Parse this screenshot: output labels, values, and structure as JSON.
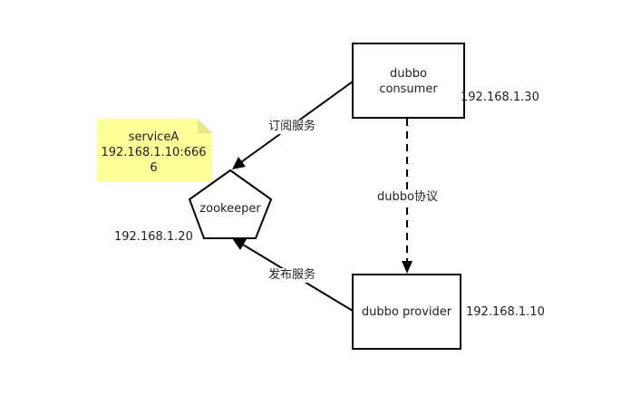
{
  "nodes": {
    "consumer": {
      "line1": "dubbo",
      "line2": "consumer",
      "ip": "192.168.1.30"
    },
    "provider": {
      "label": "dubbo provider",
      "ip": "192.168.1.10"
    },
    "zookeeper": {
      "label": "zookeeper",
      "ip": "192.168.1.20"
    }
  },
  "note": {
    "line1": "serviceA",
    "line2": "192.168.1.10:666",
    "line3": "6",
    "color": "#ffff99"
  },
  "edges": {
    "subscribe": "订阅服务",
    "publish": "发布服务",
    "protocol": "dubbo协议"
  }
}
